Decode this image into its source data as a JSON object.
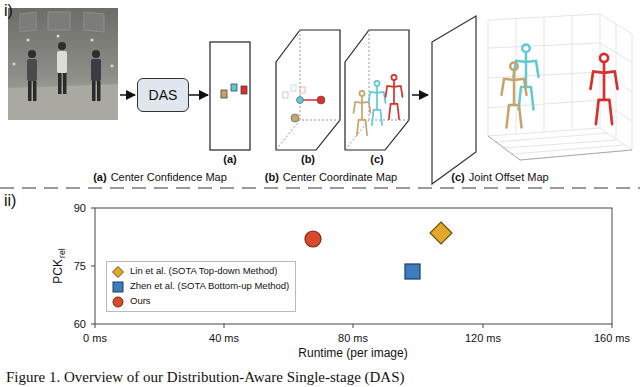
{
  "diagram": {
    "caption": "Figure 1. Overview of our Distribution-Aware Single-stage (DAS)",
    "nodes": [
      {
        "text": [
          "DAS"
        ]
      },
      {
        "text": [
          "(a)"
        ]
      },
      {
        "text": [
          "(b)"
        ]
      },
      {
        "text": [
          "(c)"
        ]
      }
    ],
    "edges": [
      {
        "from": 0,
        "to": 1,
        "arrow": "to"
      }
    ],
    "labels": [
      "i)",
      "(a)",
      "Center Confidence Map",
      "(b)",
      "Center Coordinate Map",
      "(c)",
      "Joint Offset Map",
      "ii)",
      "90",
      "75",
      "60",
      "PCK",
      "rel",
      "0 ms",
      "40 ms",
      "80 ms",
      "120 ms",
      "160 ms",
      "Runtime (per image)"
    ],
    "legend": [
      {
        "text": "Lin et al. (SOTA Top-down Method)"
      },
      {
        "text": "Zhen et al. (SOTA Bottom-up Method)"
      },
      {
        "text": "Ours"
      }
    ]
  }
}
